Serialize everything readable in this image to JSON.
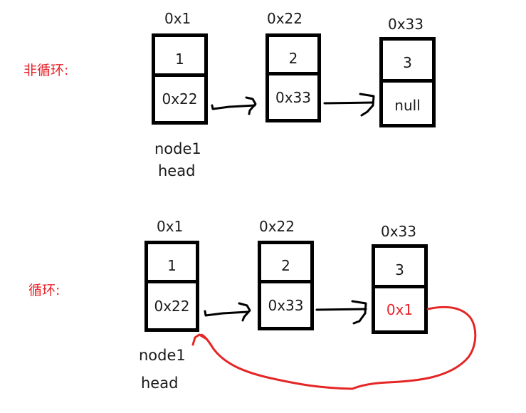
{
  "sections": [
    {
      "title": "非循环:",
      "nodes": [
        {
          "address": "0x1",
          "value": "1",
          "next": "0x22"
        },
        {
          "address": "0x22",
          "value": "2",
          "next": "0x33"
        },
        {
          "address": "0x33",
          "value": "3",
          "next": "null"
        }
      ],
      "head_labels": [
        "node1",
        "head"
      ]
    },
    {
      "title": "循环:",
      "nodes": [
        {
          "address": "0x1",
          "value": "1",
          "next": "0x22"
        },
        {
          "address": "0x22",
          "value": "2",
          "next": "0x33"
        },
        {
          "address": "0x33",
          "value": "3",
          "next": "0x1"
        }
      ],
      "head_labels": [
        "node1",
        "head"
      ]
    }
  ],
  "colors": {
    "accent_red": "#e8242b",
    "box_border": "#000000",
    "text": "#1a1a1a"
  }
}
